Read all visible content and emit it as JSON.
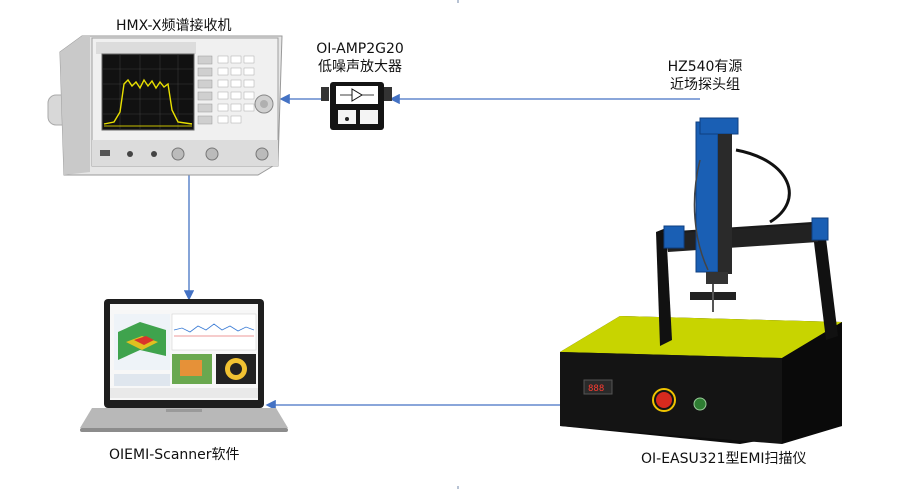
{
  "labels": {
    "analyzer": "HMX-X频谱接收机",
    "amp_line1": "OI-AMP2G20",
    "amp_line2": "低噪声放大器",
    "probe_line1": "HZ540有源",
    "probe_line2": "近场探头组",
    "software": "OIEMI-Scanner软件",
    "scanner": "OI-EASU321型EMI扫描仪"
  },
  "colors": {
    "arrow": "#4472c4",
    "text": "#111111",
    "scanner_top": "#c8d400",
    "probe_blue": "#1a5fb4"
  },
  "icons": {
    "analyzer": "spectrum-analyzer-icon",
    "amplifier": "low-noise-amplifier-icon",
    "laptop": "laptop-icon",
    "scanner": "emi-scanner-icon"
  }
}
